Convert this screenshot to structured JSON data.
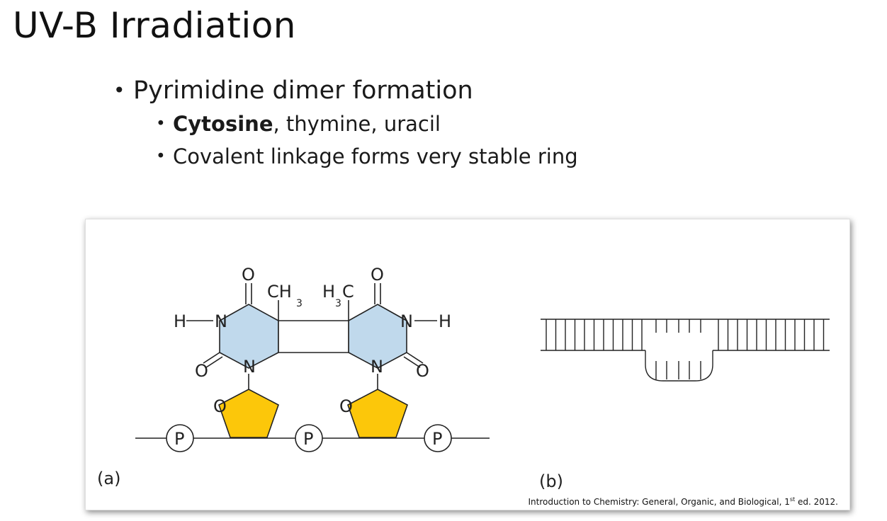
{
  "slide": {
    "title": "UV-B Irradiation"
  },
  "bullets": {
    "level1": "Pyrimidine dimer formation",
    "level2": [
      {
        "bold": "Cytosine",
        "rest": ", thymine, uracil"
      },
      {
        "bold": "",
        "rest": "Covalent linkage forms very stable ring"
      }
    ]
  },
  "figure": {
    "panel_a_label": "(a)",
    "panel_b_label": "(b)",
    "citation_main": "Introduction to Chemistry: General, Organic, and Biological, 1",
    "citation_sup": "st",
    "citation_end": " ed. 2012.",
    "atoms": {
      "oxygen": "O",
      "nitrogen": "N",
      "hydrogen": "H",
      "phosphate": "P",
      "methyl_c": "CH",
      "methyl_sub": "3",
      "h3c_h": "H",
      "h3c_c": "C"
    },
    "colors": {
      "pyrimidine_ring": "#c0d9ec",
      "sugar_ring": "#fcc70a",
      "line": "#222222"
    }
  }
}
